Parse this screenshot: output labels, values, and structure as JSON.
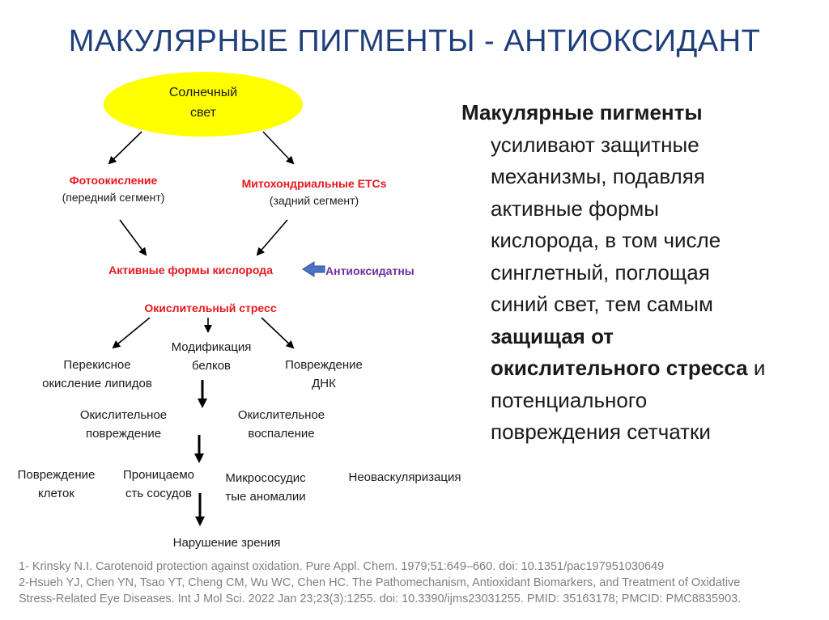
{
  "title": "МАКУЛЯРНЫЕ ПИГМЕНТЫ - АНТИОКСИДАНТ",
  "diagram": {
    "sunlight": [
      "Солнечный",
      "свет"
    ],
    "photooxidation": {
      "title": "Фотоокисление",
      "subtitle": "(передний сегмент)"
    },
    "mitochondrial": {
      "title": "Митохондриальные ETCs",
      "subtitle": "(задний сегмент)"
    },
    "ros": "Активные формы кислорода",
    "antioxidants": "Антиоксидатны",
    "oxidative_stress": "Окислительный стресс",
    "lipid_peroxidation": [
      "Перекисное",
      "окисление липидов"
    ],
    "protein_modification": [
      "Модификация",
      "белков"
    ],
    "dna_damage": [
      "Повреждение",
      "ДНК"
    ],
    "oxidative_damage": [
      "Окислительное",
      "повреждение"
    ],
    "oxidative_inflammation": [
      "Окислительное",
      "воспаление"
    ],
    "cell_damage": [
      "Повреждение",
      "клеток"
    ],
    "vessel_permeability": [
      "Проницаемо",
      "сть сосудов"
    ],
    "microvascular": [
      "Микрососудис",
      "тые аномалии"
    ],
    "neovascularization": "Неоваскуляризация",
    "vision_impairment": "Нарушение зрения",
    "colors": {
      "ellipse": "#ffff00",
      "emphasis": "#e8171c",
      "antioxidant": "#7030a0",
      "arrow_fill": "#4a72c4"
    }
  },
  "side_text": {
    "p1_bold": "Макулярные пигменты",
    "l2": "усиливают защитные",
    "l3": "механизмы, подавляя",
    "l4": "активные формы",
    "l5": "кислорода, в том числе",
    "l6": "синглетный, поглощая",
    "l7": "синий свет, тем самым",
    "l8_bold": "защищая от",
    "l9_bold": "окислительного стресса",
    "l9_rest": " и",
    "l10": "потенциального",
    "l11": "повреждения сетчатки"
  },
  "references": [
    "1- Krinsky N.I. Carotenoid protection against oxidation. Pure Appl. Chem. 1979;51:649–660. doi: 10.1351/pac197951030649",
    "2-Hsueh YJ, Chen YN, Tsao YT, Cheng CM, Wu WC, Chen HC. The Pathomechanism, Antioxidant Biomarkers, and Treatment of Oxidative",
    "Stress-Related Eye Diseases. Int J Mol Sci. 2022 Jan 23;23(3):1255. doi: 10.3390/ijms23031255. PMID: 35163178; PMCID: PMC8835903."
  ]
}
